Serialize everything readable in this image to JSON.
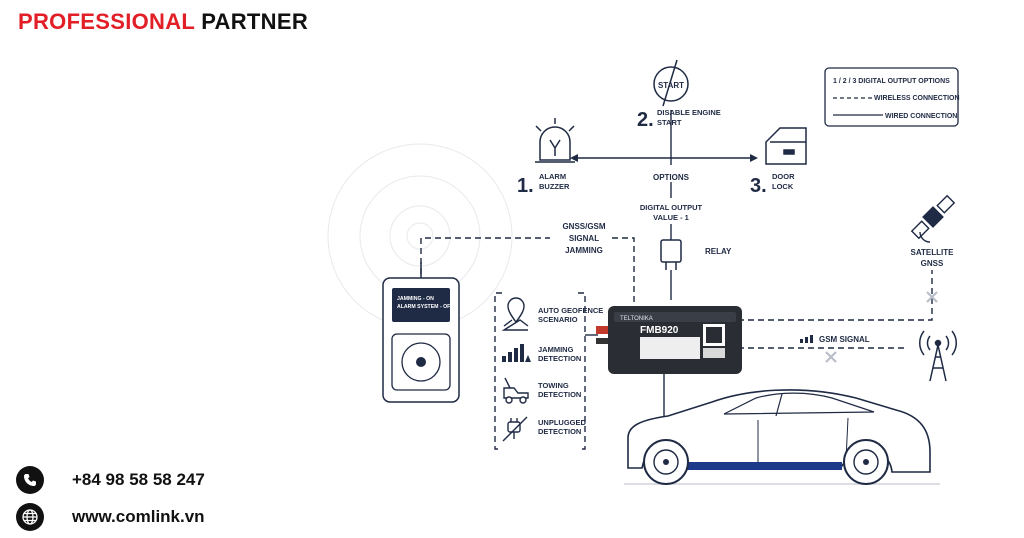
{
  "header": {
    "title_accent": "PROFESSIONAL",
    "title_rest": "PARTNER"
  },
  "legend": {
    "digital": "1 / 2 / 3   DIGITAL OUTPUT OPTIONS",
    "wireless": "WIRELESS CONNECTION",
    "wired": "WIRED CONNECTION"
  },
  "options": {
    "label": "OPTIONS",
    "item1": {
      "num": "1.",
      "line1": "ALARM",
      "line2": "BUZZER"
    },
    "item2": {
      "num": "2.",
      "line1": "DISABLE ENGINE",
      "line2": "START"
    },
    "item3": {
      "num": "3.",
      "line1": "DOOR",
      "line2": "LOCK"
    },
    "start_icon_text": "START"
  },
  "digital_output": {
    "line1": "DIGITAL OUTPUT",
    "line2": "VALUE - 1"
  },
  "relay": "RELAY",
  "jamming": {
    "line1": "GNSS/GSM",
    "line2": "SIGNAL",
    "line3": "JAMMING"
  },
  "device_screen": {
    "line1": "JAMMING - ON",
    "line2": "ALARM SYSTEM - OFF"
  },
  "features": [
    {
      "line1": "AUTO GEOFENCE",
      "line2": "SCENARIO"
    },
    {
      "line1": "JAMMING",
      "line2": "DETECTION"
    },
    {
      "line1": "TOWING",
      "line2": "DETECTION"
    },
    {
      "line1": "UNPLUGGED",
      "line2": "DETECTION"
    }
  ],
  "tracker": {
    "brand": "TELTONIKA",
    "model": "FMB920"
  },
  "satellite": {
    "line1": "SATELLITE",
    "line2": "GNSS"
  },
  "gsm": "GSM SIGNAL",
  "contacts": {
    "phone": "+84 98 58 58 247",
    "website": "www.comlink.vn"
  },
  "colors": {
    "brand_red": "#e21f26",
    "navy": "#1f2a44",
    "car_stripe": "#1d3a8a"
  },
  "icons": [
    "phone-icon",
    "globe-icon",
    "alarm-siren-icon",
    "start-button-icon",
    "car-door-icon",
    "relay-icon",
    "satellite-icon",
    "cell-tower-icon",
    "geofence-pin-icon",
    "signal-bars-icon",
    "tow-truck-icon",
    "unplugged-icon"
  ]
}
